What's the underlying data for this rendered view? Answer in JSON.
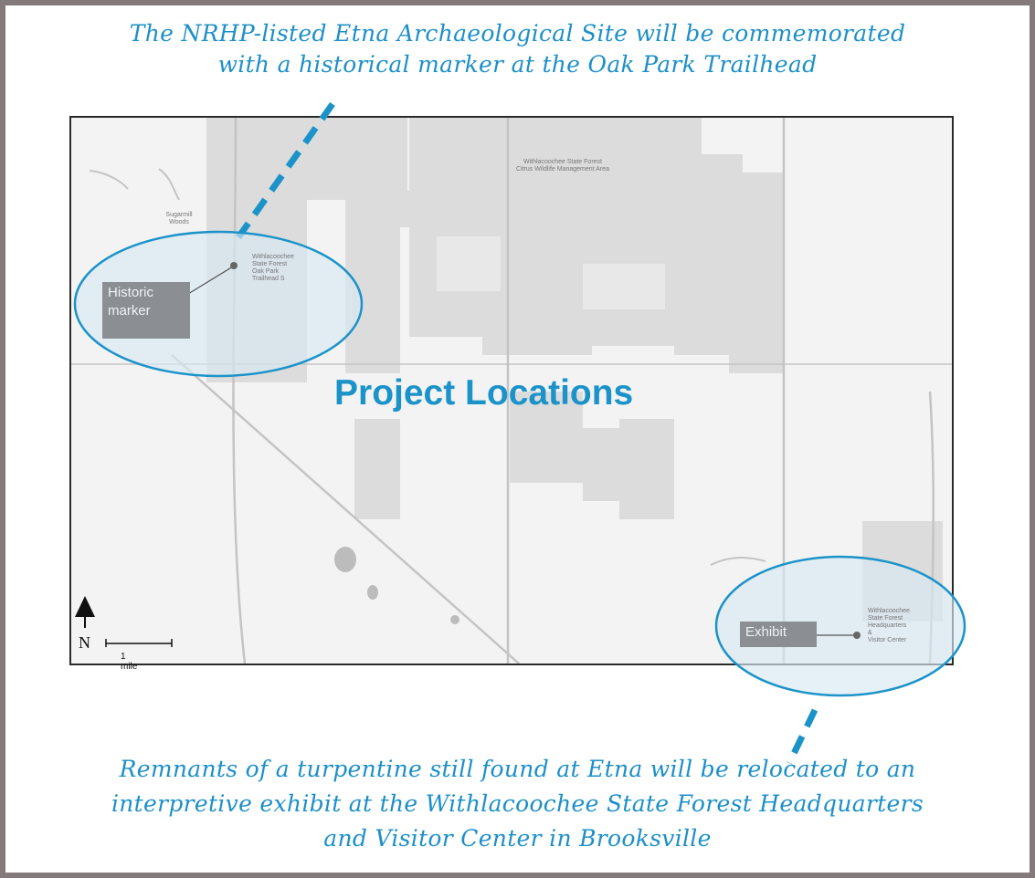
{
  "captions": {
    "top_line1": "The NRHP-listed Etna Archaeological Site will be commemorated",
    "top_line2": "with a historical marker at the Oak Park Trailhead",
    "bottom_line1": "Remnants of a turpentine still found at Etna will be relocated to an",
    "bottom_line2": "interpretive exhibit at the Withlacoochee State Forest Headquarters",
    "bottom_line3": "and Visitor Center in Brooksville"
  },
  "map": {
    "title": "Project Locations",
    "forest_label_line1": "Withlacoochee State Forest",
    "forest_label_line2": "Citrus Wildlife Management Area",
    "place_label_line1": "Sugarmill",
    "place_label_line2": "Woods",
    "trailhead_label_line1": "Withlacoochee",
    "trailhead_label_line2": "State Forest",
    "trailhead_label_line3": "Oak Park",
    "trailhead_label_line4": "Trailhead S",
    "hq_label_line1": "Withlacoochee",
    "hq_label_line2": "State Forest",
    "hq_label_line3": "Headquarters &",
    "hq_label_line4": "Visitor Center",
    "marker_box_line1": "Historic",
    "marker_box_line2": "marker",
    "exhibit_box": "Exhibit",
    "north_letter": "N",
    "scale_label": "1 mile"
  },
  "colors": {
    "accent": "#1b93c9",
    "callout_fill": "#d7e8f2",
    "box_fill": "#8b8f93",
    "forest": "#dcdcdc",
    "background": "#847a7c"
  },
  "icons": {
    "north_arrow": "north-arrow-icon",
    "marker_dot": "location-dot-icon"
  }
}
